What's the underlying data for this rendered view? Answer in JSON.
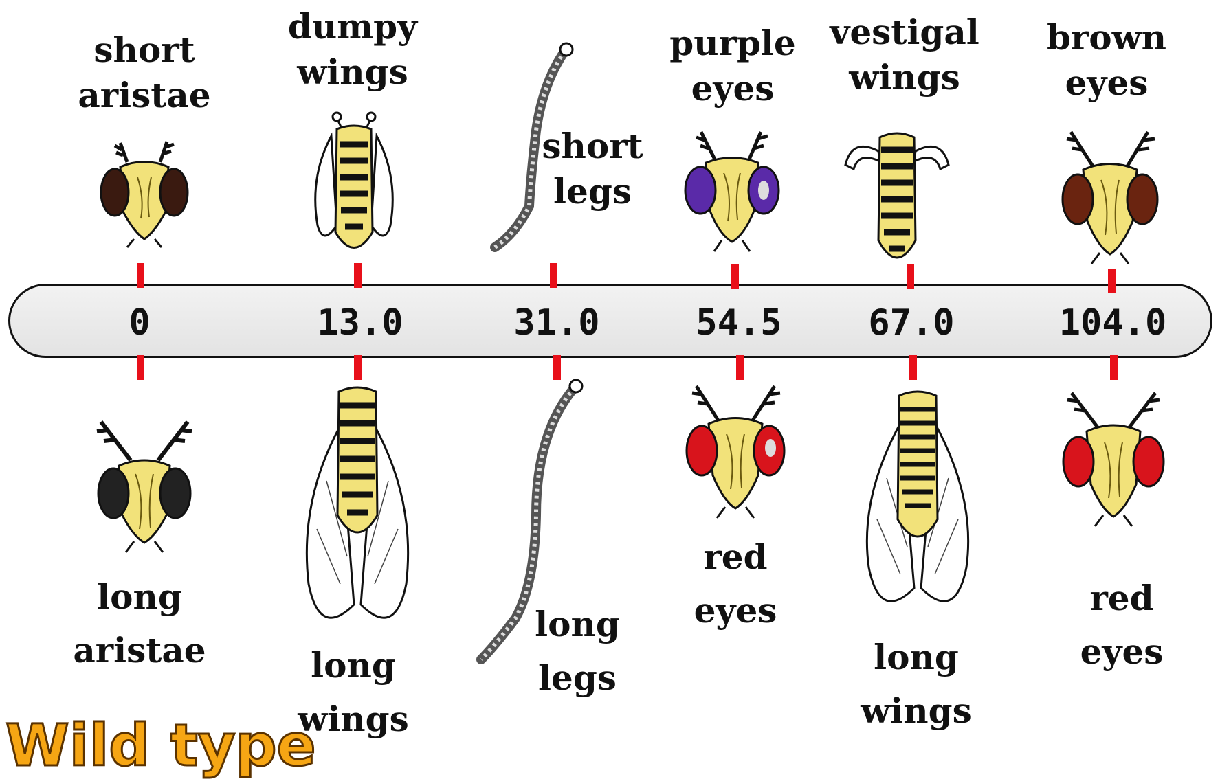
{
  "colors": {
    "tick": "#e8101a",
    "chromosome_fill": "#eaeaea",
    "body_yellow": "#f2e27a",
    "stripe": "#111111",
    "eye_dark": "#3a1a10",
    "eye_purple": "#5a2aa8",
    "eye_brown": "#6a2410",
    "eye_red": "#d8141c",
    "wild_type_text": "#f6a614"
  },
  "loci": [
    {
      "position": "0",
      "mutant": "short\naristae",
      "mutant_icon": "fly-head-dark-eyes-icon",
      "wild": "long\naristae",
      "wild_icon": "fly-head-dark-eyes-icon"
    },
    {
      "position": "13.0",
      "mutant": "dumpy\nwings",
      "mutant_icon": "fly-dumpy-wings-icon",
      "wild": "long\nwings",
      "wild_icon": "fly-long-wings-icon"
    },
    {
      "position": "31.0",
      "mutant": "short\nlegs",
      "mutant_icon": "short-leg-icon",
      "wild": "long\nlegs",
      "wild_icon": "long-leg-icon"
    },
    {
      "position": "54.5",
      "mutant": "purple\neyes",
      "mutant_icon": "fly-head-purple-eyes-icon",
      "wild": "red\neyes",
      "wild_icon": "fly-head-red-eyes-icon"
    },
    {
      "position": "67.0",
      "mutant": "vestigal\nwings",
      "mutant_icon": "fly-vestigial-wings-icon",
      "wild": "long\nwings",
      "wild_icon": "fly-long-wings-icon"
    },
    {
      "position": "104.0",
      "mutant": "brown\neyes",
      "mutant_icon": "fly-head-brown-eyes-icon",
      "wild": "red\neyes",
      "wild_icon": "fly-head-red-eyes-icon"
    }
  ],
  "wild_type_label": "Wild type"
}
